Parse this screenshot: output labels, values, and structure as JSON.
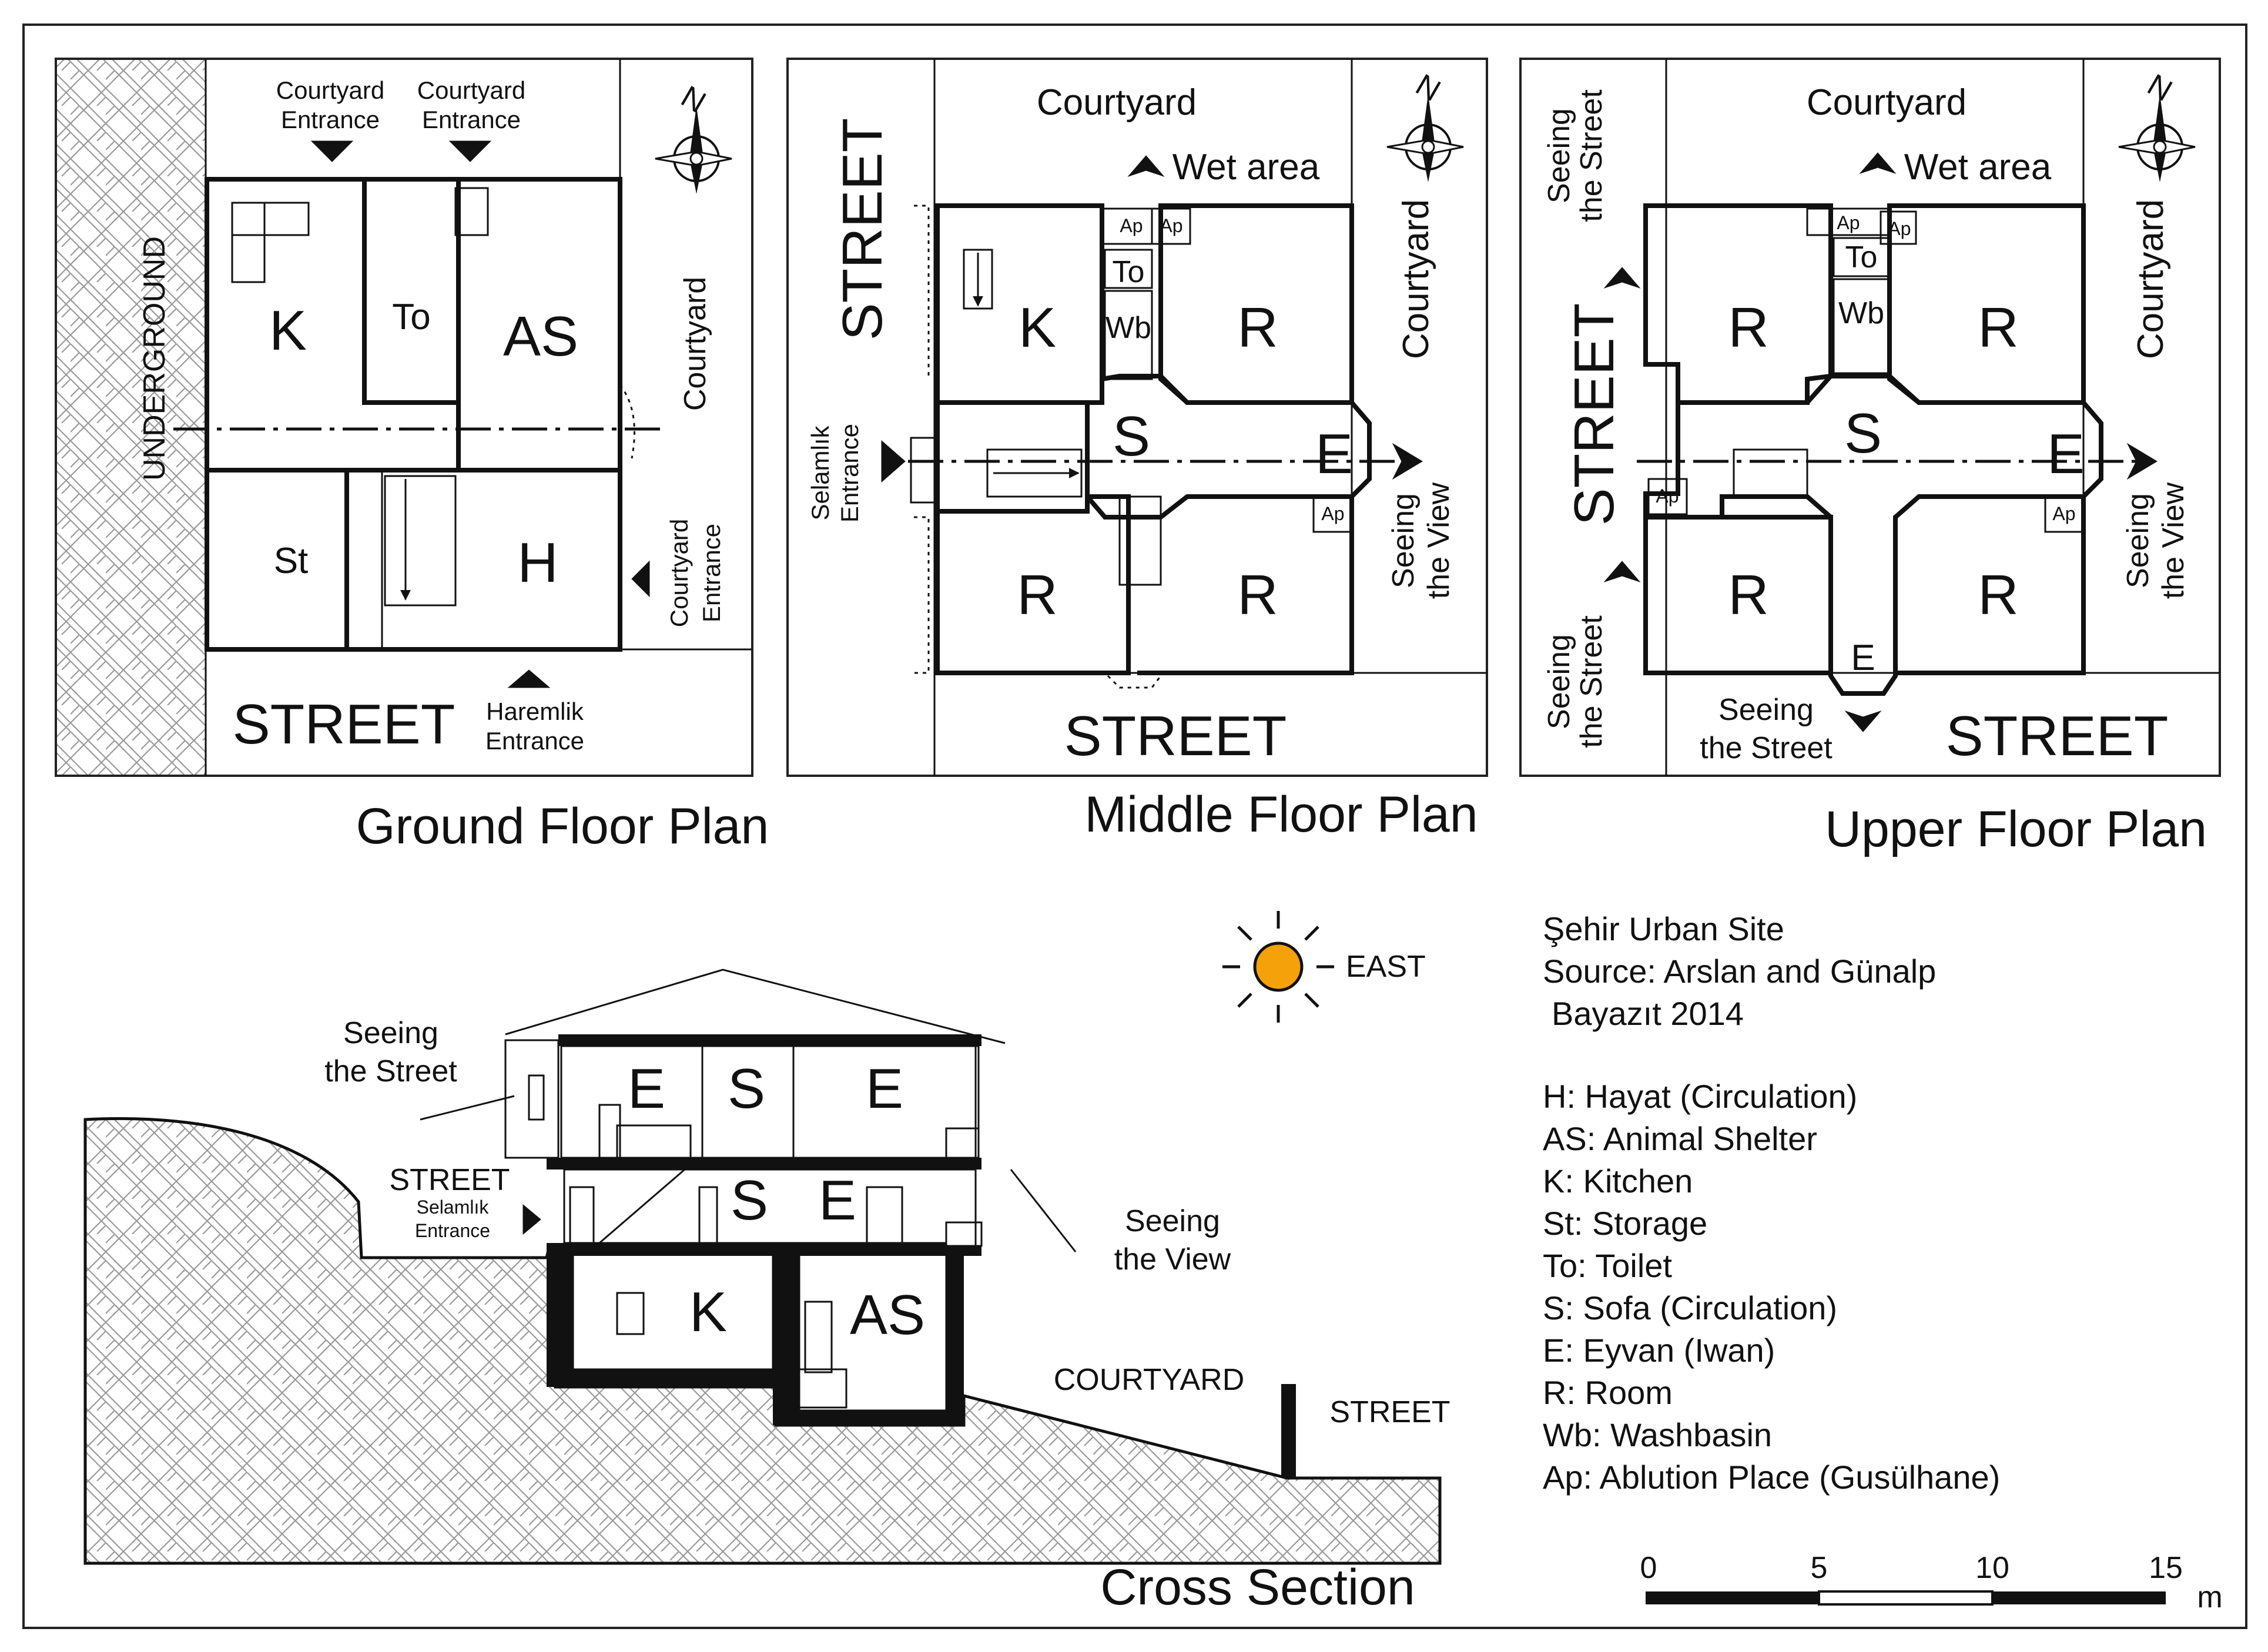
{
  "ground": {
    "title": "Ground Floor Plan",
    "underground": "UNDERGROUND",
    "street": "STREET",
    "courtyard": "Courtyard",
    "courtyard_entrance_1": [
      "Courtyard",
      "Entrance"
    ],
    "courtyard_entrance_2": [
      "Courtyard",
      "Entrance"
    ],
    "courtyard_entrance_3": [
      "Courtyard",
      "Entrance"
    ],
    "haremlik_entrance": [
      "Haremlik",
      "Entrance"
    ],
    "rooms": {
      "k": "K",
      "to": "To",
      "as": "AS",
      "st": "St",
      "h": "H"
    },
    "north": "N"
  },
  "middle": {
    "title": "Middle Floor Plan",
    "street_left": "STREET",
    "street_bottom": "STREET",
    "courtyard_top": "Courtyard",
    "courtyard_right": "Courtyard",
    "wet_area": "Wet area",
    "selamlik_entrance": [
      "Selamlık",
      "Entrance"
    ],
    "seeing_view": [
      "Seeing",
      "the View"
    ],
    "rooms": {
      "k": "K",
      "r1": "R",
      "r2": "R",
      "r3": "R",
      "s": "S",
      "e": "E",
      "ap1": "Ap",
      "ap2": "Ap",
      "ap3": "Ap",
      "to": "To",
      "wb": "Wb"
    },
    "north": "N"
  },
  "upper": {
    "title": "Upper Floor Plan",
    "street_left": "STREET",
    "street_bottom": "STREET",
    "courtyard_top": "Courtyard",
    "courtyard_right": "Courtyard",
    "wet_area": "Wet area",
    "seeing_street_top": [
      "Seeing",
      "the Street"
    ],
    "seeing_street_bottom": [
      "Seeing",
      "the Street"
    ],
    "seeing_street_center": [
      "Seeing",
      "the Street"
    ],
    "seeing_view": [
      "Seeing",
      "the View"
    ],
    "rooms": {
      "r1": "R",
      "r2": "R",
      "r3": "R",
      "r4": "R",
      "s": "S",
      "e1": "E",
      "e2": "E",
      "ap1": "Ap",
      "ap2": "Ap",
      "ap3": "Ap",
      "ap4": "Ap",
      "to": "To",
      "wb": "Wb"
    },
    "north": "N"
  },
  "section": {
    "title": "Cross Section",
    "seeing_street": [
      "Seeing",
      "the Street"
    ],
    "street": "STREET",
    "selamlik_entrance": [
      "Selamlık",
      "Entrance"
    ],
    "seeing_view": [
      "Seeing",
      "the View"
    ],
    "courtyard": "COURTYARD",
    "street_right": "STREET",
    "east": "EAST",
    "rooms": {
      "e_upper_left": "E",
      "s_upper": "S",
      "e_upper_right": "E",
      "s_middle": "S",
      "e_middle": "E",
      "k": "K",
      "as": "AS"
    }
  },
  "info": {
    "site": "Şehir Urban Site",
    "source": "Source: Arslan and Günalp",
    "source2": "Bayazıt  2014"
  },
  "legend": [
    "H: Hayat (Circulation)",
    "AS: Animal Shelter",
    "K: Kitchen",
    "St: Storage",
    "To: Toilet",
    "S: Sofa (Circulation)",
    "E: Eyvan (Iwan)",
    "R: Room",
    "Wb: Washbasin",
    "Ap: Ablution Place (Gusülhane)"
  ],
  "scale": {
    "ticks": [
      "0",
      "5",
      "10",
      "15"
    ],
    "unit": "m"
  },
  "colors": {
    "sun": "#f5a10a",
    "ink": "#111111"
  }
}
